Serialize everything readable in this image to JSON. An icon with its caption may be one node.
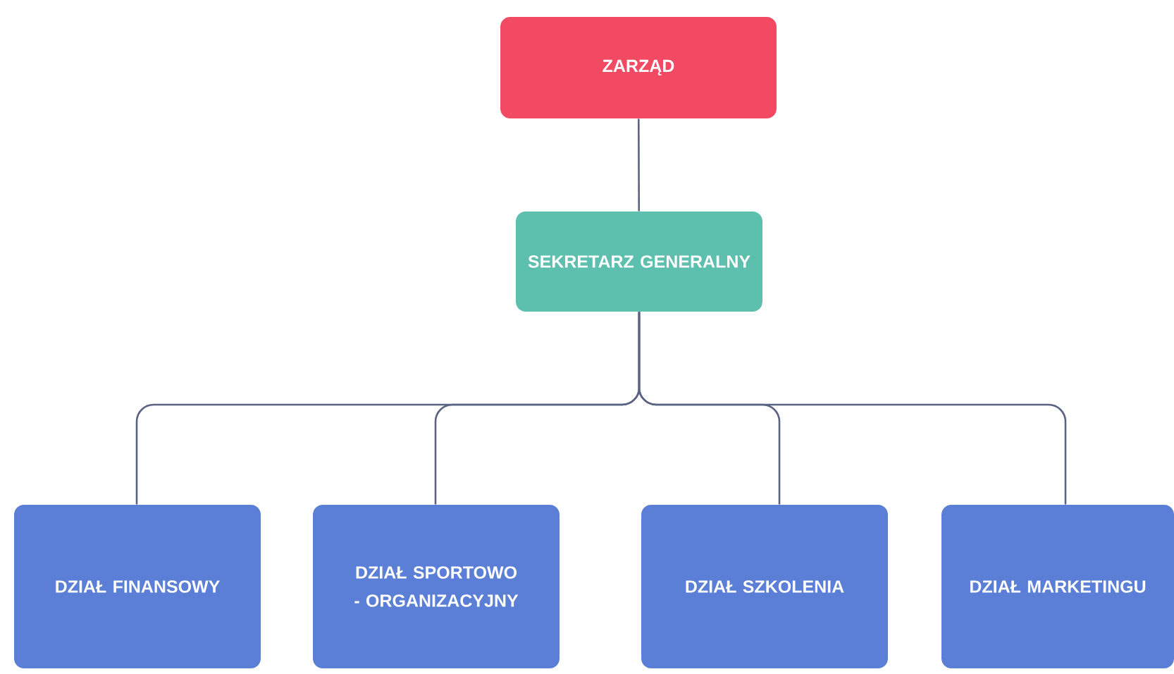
{
  "diagram": {
    "nodes": [
      {
        "text": [
          "ZARZĄD"
        ]
      },
      {
        "text": [
          "SEKRETARZ GENERALNY"
        ]
      },
      {
        "text": [
          "DZIAŁ FINANSOWY"
        ]
      },
      {
        "text": [
          "DZIAŁ SPORTOWO - ORGANIZACYJNY"
        ]
      },
      {
        "text": [
          "DZIAŁ SZKOLENIA"
        ]
      },
      {
        "text": [
          "DZIAŁ MARKETINGU"
        ]
      }
    ],
    "edges": [
      {
        "from": 0,
        "to": 1,
        "arrow": "none"
      },
      {
        "from": 1,
        "to": 2,
        "arrow": "none"
      },
      {
        "from": 1,
        "to": 3,
        "arrow": "none"
      },
      {
        "from": 1,
        "to": 4,
        "arrow": "none"
      },
      {
        "from": 1,
        "to": 5,
        "arrow": "none"
      }
    ]
  }
}
